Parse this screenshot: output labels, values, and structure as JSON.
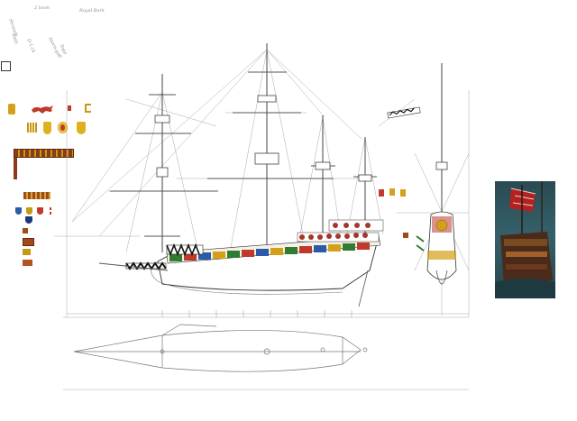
{
  "sheet": {
    "notes": [
      "2 loom",
      "Royal Bark",
      "Sails",
      "D-1.ck",
      "Stern-gall",
      "Tops",
      "Shrouds"
    ],
    "colors": {
      "paper": "#ffffff",
      "pencil": "#9a9a9a",
      "ink": "#222222",
      "red": "#c0392b",
      "gold": "#d4a017",
      "green": "#2e7d32",
      "blue": "#2a5aa8",
      "sea": "#35606a"
    }
  },
  "icons": {
    "lion": "heraldic-lion-icon",
    "tudor_rose": "tudor-rose-icon",
    "shield": "heraldic-shield-icon",
    "portcullis": "portcullis-icon",
    "crown": "crown-icon",
    "flag": "pennant-icon"
  }
}
